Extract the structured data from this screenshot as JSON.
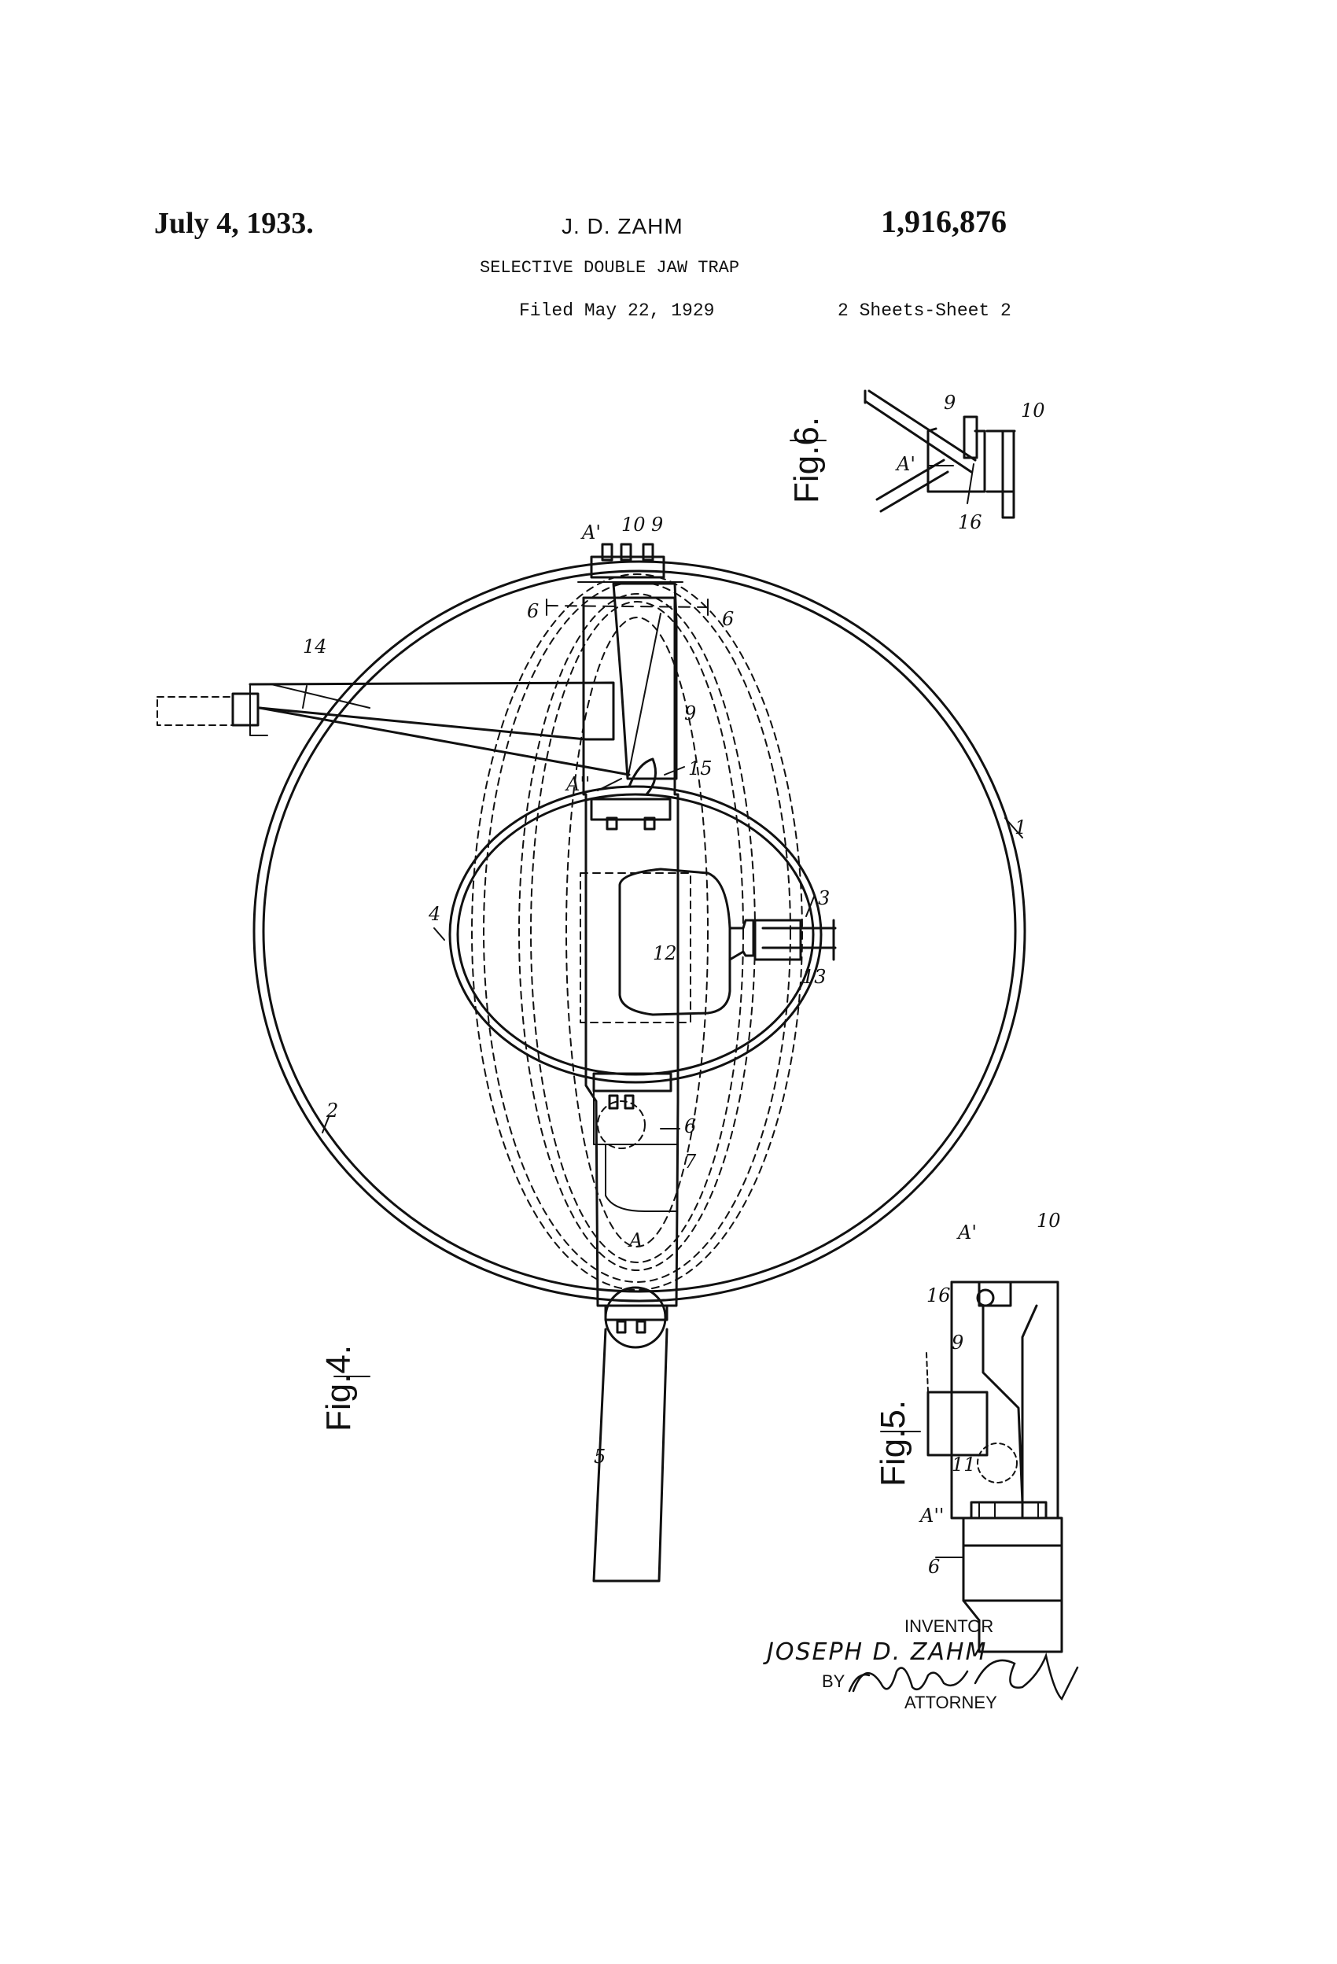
{
  "header": {
    "date": "July 4, 1933.",
    "inventor": "J. D. ZAHM",
    "patent_number": "1,916,876",
    "title": "SELECTIVE DOUBLE JAW TRAP",
    "filed": "Filed May 22, 1929",
    "sheets": "2 Sheets-Sheet 2"
  },
  "figures": {
    "fig4": {
      "label": "Fig.4.",
      "refs": {
        "r1": "1",
        "r2": "2",
        "r3": "3",
        "r4": "4",
        "r5": "5",
        "r6": "6",
        "r7": "7",
        "r9": "9",
        "r10": "10",
        "r12": "12",
        "r13": "13",
        "r14": "14",
        "r15": "15",
        "rA": "A",
        "rA1": "A'",
        "rA2": "A''",
        "s6a": "6",
        "s6b": "6"
      }
    },
    "fig5": {
      "label": "Fig.5.",
      "refs": {
        "r6": "6",
        "r9": "9",
        "r10": "10",
        "r11": "11",
        "r16": "16",
        "rA1": "A'",
        "rA2": "A''"
      }
    },
    "fig6": {
      "label": "Fig.6.",
      "refs": {
        "r9": "9",
        "r10": "10",
        "r16": "16",
        "rA1": "A'"
      }
    }
  },
  "signature": {
    "inventor_caption": "INVENTOR",
    "inventor_name": "JOSEPH D. ZAHM",
    "by": "BY",
    "attorney_signature": "Marks & Clerk",
    "attorney_caption": "ATTORNEY"
  }
}
